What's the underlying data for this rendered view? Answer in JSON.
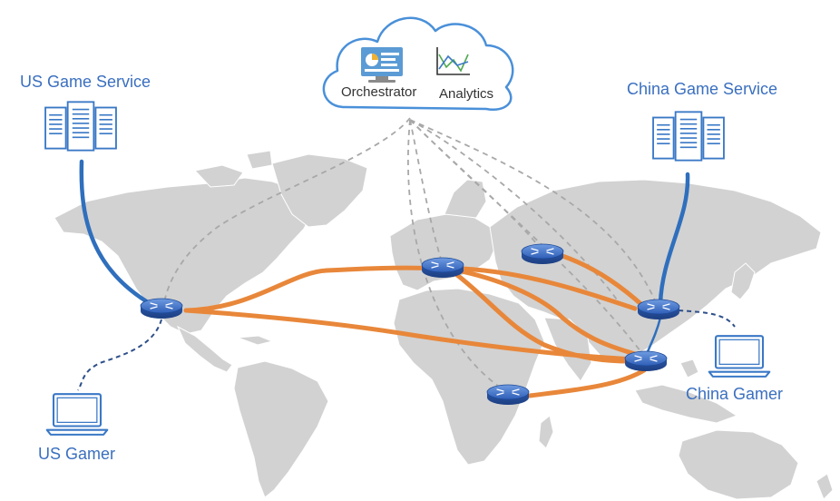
{
  "colors": {
    "map_land": "#d2d2d2",
    "orange_link": "#e8873a",
    "blue_link": "#2f6fbd",
    "dashed_blue": "#2e4f8a",
    "dashed_gray": "#a8a8a8",
    "router_blue": "#2f64c0",
    "label_blue": "#3a6fbf",
    "cloud_stroke": "#4a90d9"
  },
  "cloud": {
    "orchestrator_label": "Orchestrator",
    "analytics_label": "Analytics",
    "icons": [
      "dashboard-icon",
      "analytics-chart-icon"
    ]
  },
  "us_service": {
    "label": "US Game Service",
    "icon": "server-rack-icon"
  },
  "china_service": {
    "label": "China Game Service",
    "icon": "server-rack-icon"
  },
  "us_gamer": {
    "label": "US Gamer",
    "icon": "laptop-icon"
  },
  "china_gamer": {
    "label": "China Gamer",
    "icon": "laptop-icon"
  }
}
